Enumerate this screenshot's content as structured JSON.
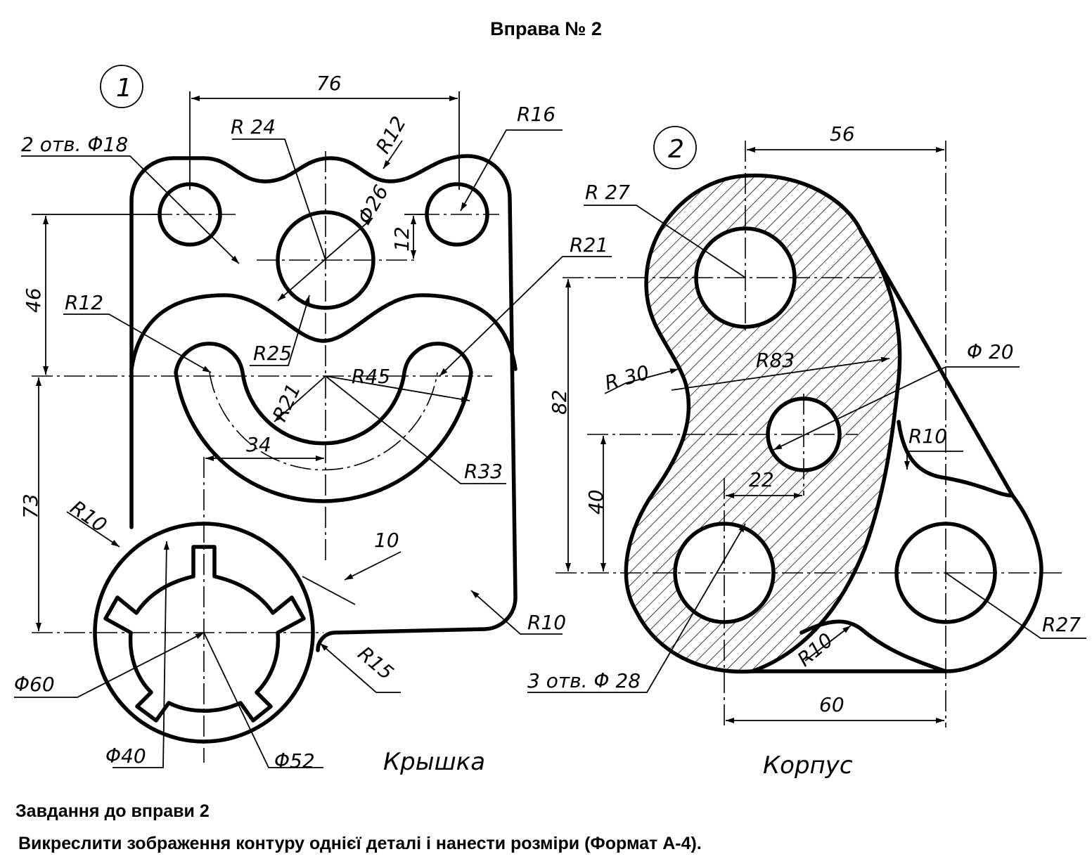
{
  "header": {
    "title": "Вправа № 2"
  },
  "parts": [
    {
      "number": "1",
      "name": "Крышка",
      "dimensions": [
        "76",
        "R 24",
        "R12",
        "R16",
        "2 отв. Φ18",
        "Φ26",
        "12",
        "46",
        "R12",
        "R21",
        "R25",
        "R21",
        "R45",
        "34",
        "R33",
        "73",
        "R10",
        "10",
        "R10",
        "R15",
        "Φ60",
        "Φ40",
        "Φ52"
      ]
    },
    {
      "number": "2",
      "name": "Корпус",
      "dimensions": [
        "56",
        "R 27",
        "R 30",
        "R83",
        "Φ 20",
        "82",
        "R10",
        "22",
        "40",
        "R27",
        "R10",
        "3 отв. Φ 28",
        "60"
      ]
    }
  ],
  "task": {
    "title": "Завдання до вправи 2",
    "text": "Викреслити зображення контуру однієї деталі і нанести розміри (Формат А-4)."
  },
  "colors": {
    "ink": "#000000",
    "paper": "#ffffff"
  }
}
